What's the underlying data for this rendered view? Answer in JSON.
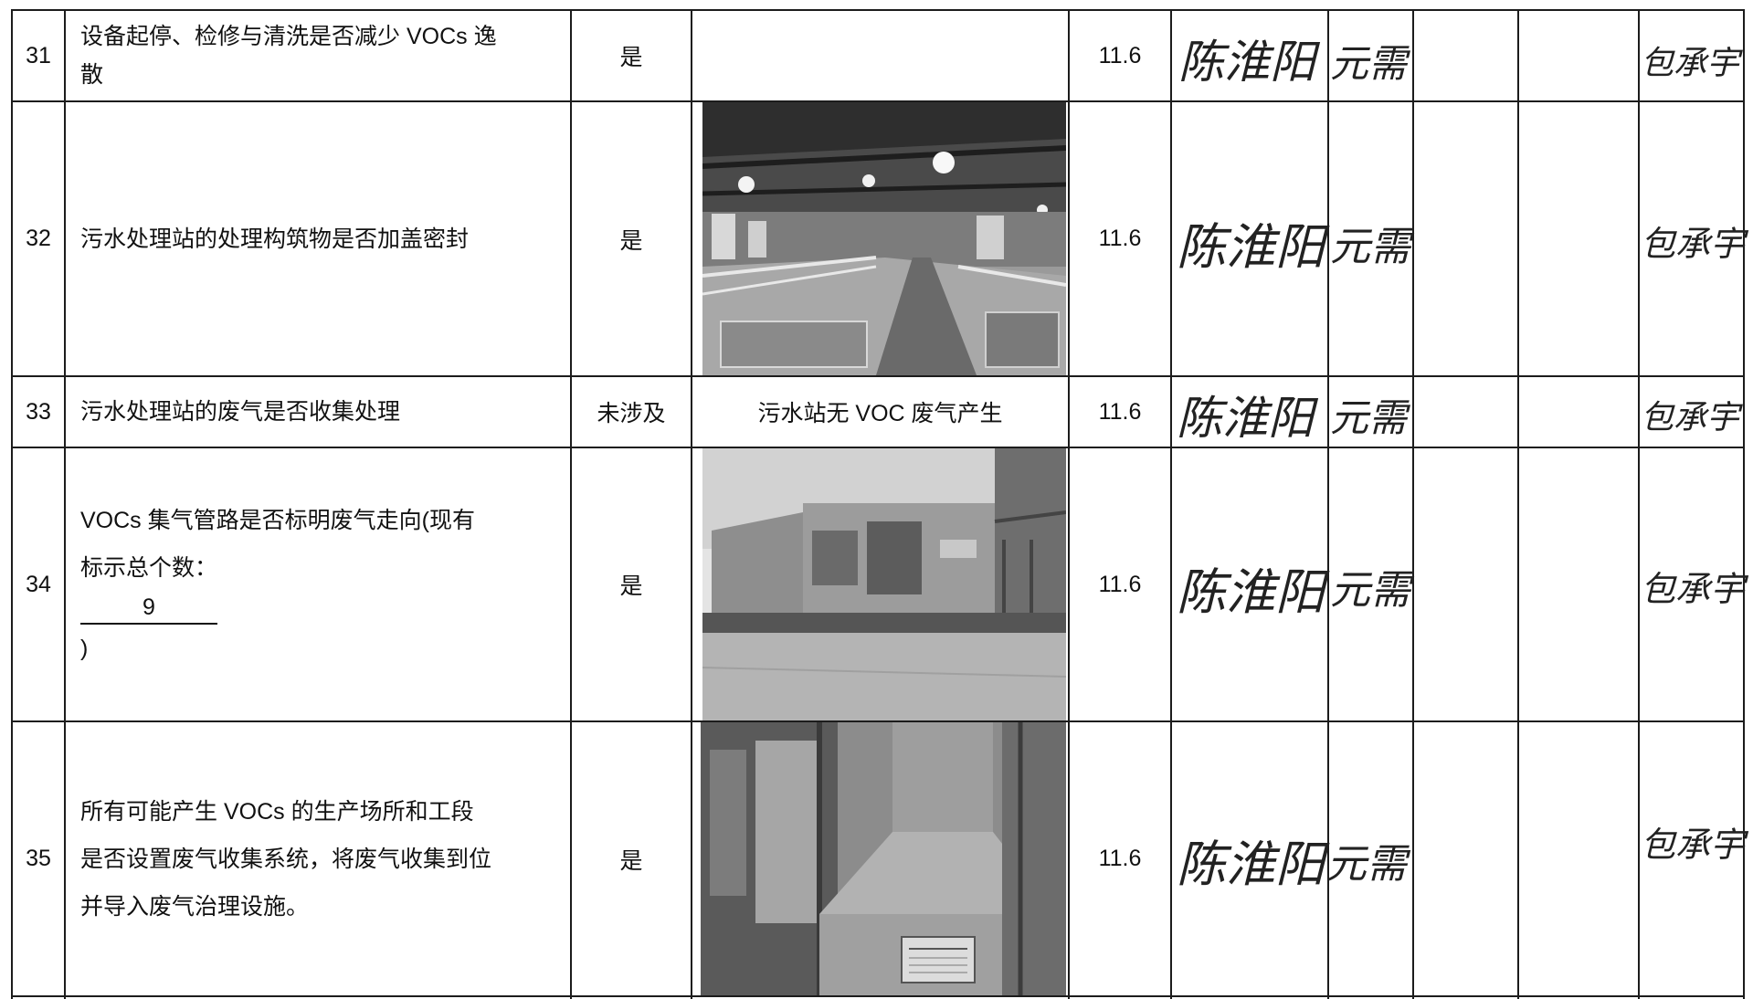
{
  "rows": [
    {
      "no": "31",
      "item_lines": [
        "设备起停、检修与清洗是否减少 VOCs 逸",
        "散"
      ],
      "result": "是",
      "note": "",
      "date": "11.6",
      "inspector": "陈淮阳",
      "reviewer": "元需",
      "signer": "包承宇"
    },
    {
      "no": "32",
      "item_lines": [
        "污水处理站的处理构筑物是否加盖密封"
      ],
      "result": "是",
      "note": "",
      "date": "11.6",
      "inspector": "陈淮阳",
      "reviewer": "元需",
      "signer": "包承宇"
    },
    {
      "no": "33",
      "item_lines": [
        "污水处理站的废气是否收集处理"
      ],
      "result": "未涉及",
      "note": "污水站无 VOC 废气产生",
      "date": "11.6",
      "inspector": "陈淮阳",
      "reviewer": "元需",
      "signer": "包承宇"
    },
    {
      "no": "34",
      "item_lines": [
        "VOCs 集气管路是否标明废气走向(现有",
        "标示总个数："
      ],
      "count": "9",
      "count_close": ")",
      "result": "是",
      "note": "",
      "date": "11.6",
      "inspector": "陈淮阳",
      "reviewer": "元需",
      "signer": "包承宇"
    },
    {
      "no": "35",
      "item_lines": [
        "所有可能产生 VOCs 的生产场所和工段",
        "是否设置废气收集系统，将废气收集到位",
        "并导入废气治理设施。"
      ],
      "result": "是",
      "note": "",
      "date": "11.6",
      "inspector": "陈淮阳",
      "reviewer": "元需",
      "signer": "包承宇"
    }
  ],
  "photo_icons": [
    "sewage-treatment-hall-photo",
    "factory-building-photo",
    "exhaust-collection-hood-photo"
  ]
}
